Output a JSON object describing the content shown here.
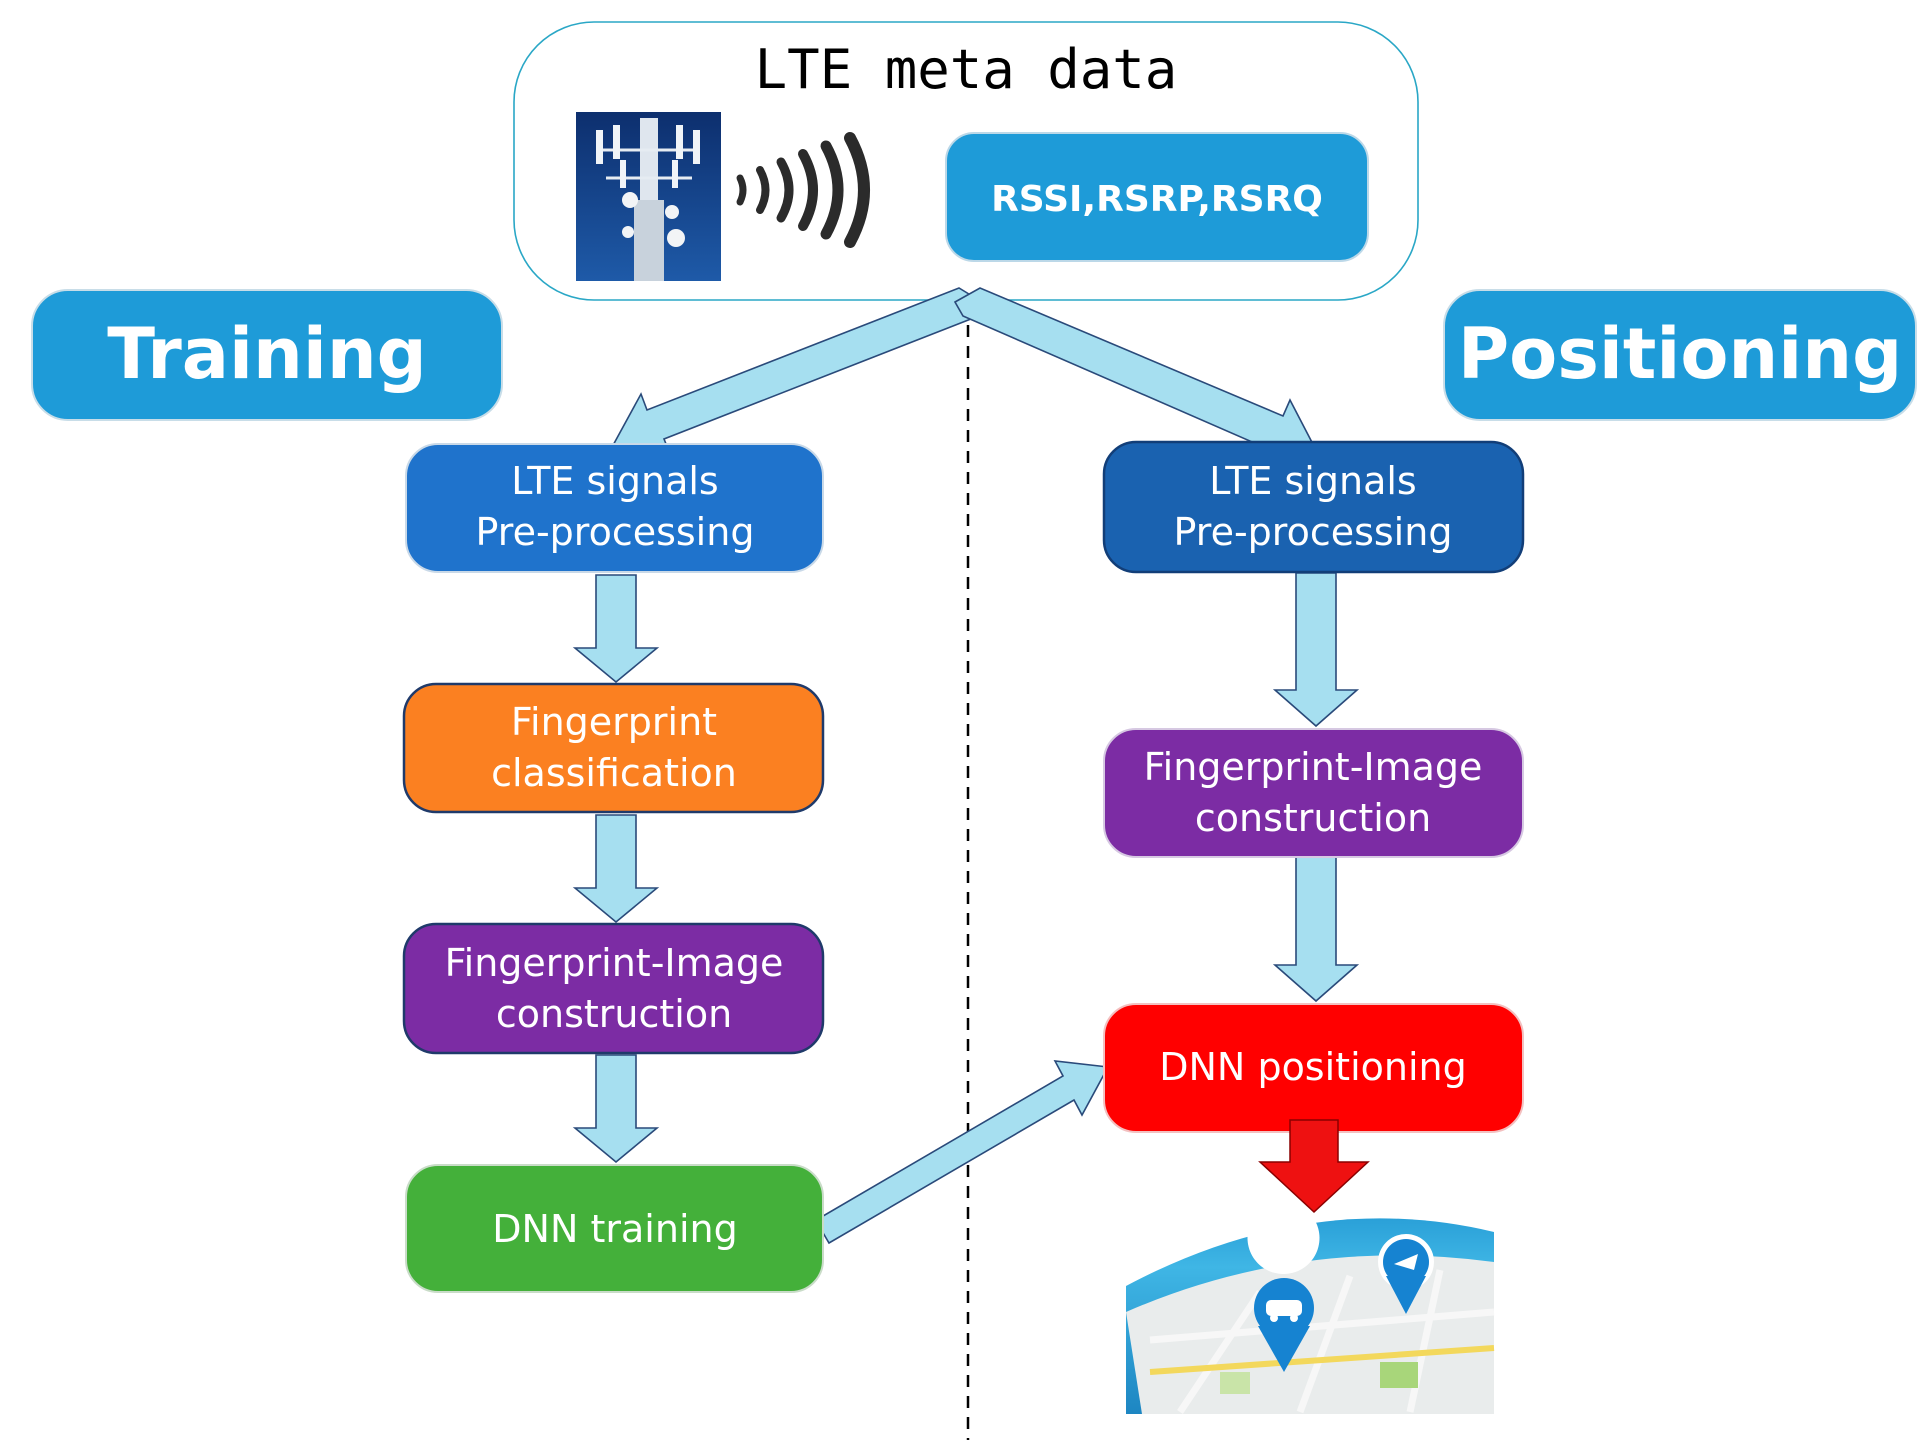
{
  "meta_panel": {
    "title": "LTE meta data",
    "signals_label": "RSSI,RSRP,RSRQ",
    "tower_icon": "cell-tower-icon",
    "waves_icon": "signal-waves-icon"
  },
  "phases": {
    "training": "Training",
    "positioning": "Positioning"
  },
  "training_steps": {
    "preprocessing": [
      "LTE signals",
      "Pre-processing"
    ],
    "classification": [
      "Fingerprint",
      "classification"
    ],
    "image_construction": [
      "Fingerprint-Image",
      "construction"
    ],
    "dnn_training": "DNN training"
  },
  "positioning_steps": {
    "preprocessing": [
      "LTE signals",
      "Pre-processing"
    ],
    "image_construction": [
      "Fingerprint-Image",
      "construction"
    ],
    "dnn_positioning": "DNN positioning",
    "map_icon": "location-map-icon"
  },
  "colors": {
    "panel_blue": "#1e9bd8",
    "training_preprocess": "#1f73cc",
    "positioning_preprocess": "#1a62b0",
    "classification": "#fb8021",
    "image_construction": "#7c2ca4",
    "dnn_training": "#44b03a",
    "dnn_positioning": "#ff0000",
    "arrow_fill": "#a6dff0",
    "arrow_stroke": "#2a4a7a",
    "result_arrow": "#ee1111"
  }
}
